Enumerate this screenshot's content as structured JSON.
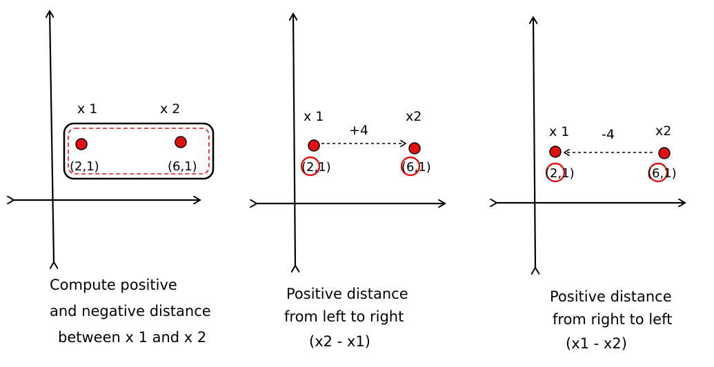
{
  "panels": [
    {
      "id": "compute",
      "x1_label": "x 1",
      "x2_label": "x 2",
      "p1_coord": "(2,1)",
      "p2_coord": "(6,1)",
      "caption": [
        "Compute positive",
        "and negative distance",
        "between x 1 and x 2"
      ]
    },
    {
      "id": "left-to-right",
      "x1_label": "x 1",
      "x2_label": "x2",
      "distance_label": "+4",
      "p1_coord": "(2,1)",
      "p2_coord": "(6,1)",
      "caption": [
        "Positive distance",
        "from left to right",
        "(x2 - x1)"
      ]
    },
    {
      "id": "right-to-left",
      "x1_label": "x 1",
      "x2_label": "x2",
      "distance_label": "-4",
      "p1_coord": "(2,1)",
      "p2_coord": "(6,1)",
      "caption": [
        "Positive distance",
        "from right to left",
        "(x1 - x2)"
      ]
    }
  ],
  "colors": {
    "point": "#e01010",
    "highlight": "#e01010",
    "ink": "#000000"
  }
}
